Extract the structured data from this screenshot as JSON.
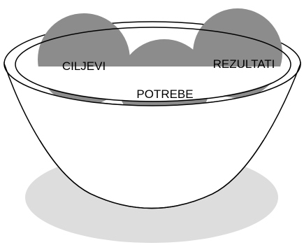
{
  "diagram": {
    "balls": {
      "left": "CILJEVI",
      "center": "POTREBE",
      "right": "REZULTATI"
    },
    "colors": {
      "ball_fill": "#8c8c8c",
      "shadow_fill": "#dddddd",
      "bowl_fill": "#ffffff",
      "outline": "#000000"
    }
  }
}
